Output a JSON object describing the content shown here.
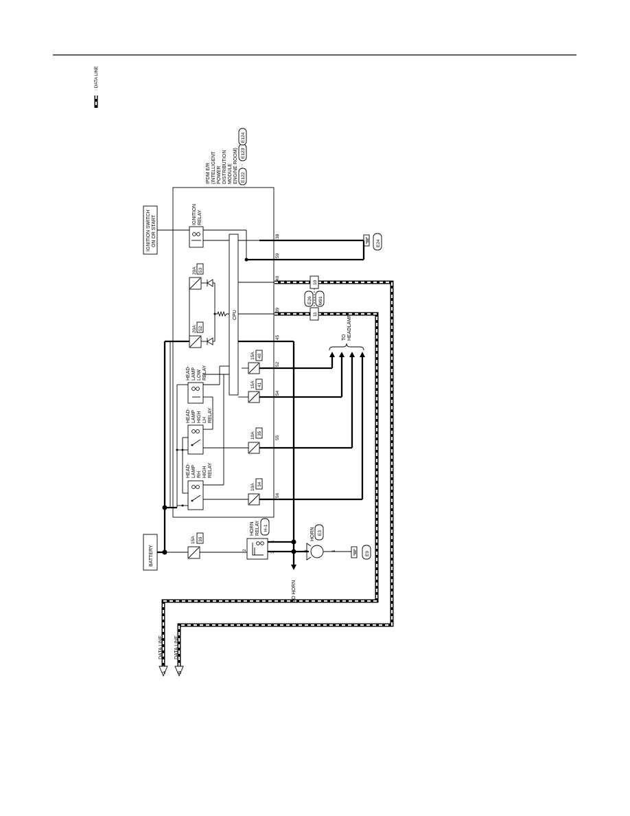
{
  "legend": {
    "label": ": DATA LINE"
  },
  "module": {
    "lines": [
      "IPDM E/R",
      "(INTELLIGENT",
      "POWER",
      "DISTRIBUTION",
      "MODULE",
      "ENGINE ROOM)"
    ],
    "connectors": [
      "E122",
      "E123",
      "E124"
    ],
    "cpu_label": "CPU"
  },
  "ignition_switch": {
    "line1": "IGNITION SWITCH",
    "line2": "ON OR START"
  },
  "battery": {
    "label": "BATTERY"
  },
  "relays": {
    "ignition": [
      "IGNITION",
      "RELAY"
    ],
    "headlamp_low": [
      "HEAD-",
      "LAMP",
      "LOW",
      "RELAY"
    ],
    "headlamp_high_lh": [
      "HEAD-",
      "LAMP",
      "HIGH",
      "LH",
      "RELAY"
    ],
    "headlamp_high_rh": [
      "HEAD-",
      "LAMP",
      "RH",
      "HIGH",
      "RELAY"
    ],
    "horn": [
      "HORN",
      "RELAY"
    ],
    "horn_relay_id": "H-1"
  },
  "fuses": [
    {
      "amp": "20A",
      "num": "53"
    },
    {
      "amp": "20A",
      "num": "52"
    },
    {
      "amp": "15A",
      "num": "40"
    },
    {
      "amp": "15A",
      "num": "41"
    },
    {
      "amp": "10A",
      "num": "35"
    },
    {
      "amp": "10A",
      "num": "34"
    },
    {
      "amp": "15A",
      "num": "30"
    }
  ],
  "terminals": [
    "38",
    "59",
    "40",
    "39",
    "45",
    "52",
    "54",
    "55",
    "56"
  ],
  "horn_relay_pins": [
    "1",
    "2",
    "3"
  ],
  "horn": {
    "label": "HORN",
    "connector": "E3",
    "pin_left": "2",
    "pin_right": "1"
  },
  "grounds": {
    "module": "E24",
    "horn": "E9"
  },
  "joint_connector": {
    "pin_40": "10",
    "pin_39": "11",
    "left": "E26",
    "right": "M91"
  },
  "to_headlamp": {
    "line1": "TO",
    "line2": "HEADLAMP"
  },
  "to_horn": "TO HORN",
  "data_lines": [
    {
      "label": "DATA LINE",
      "marker": "A"
    },
    {
      "label": "DATA LINE",
      "marker": "B"
    }
  ]
}
